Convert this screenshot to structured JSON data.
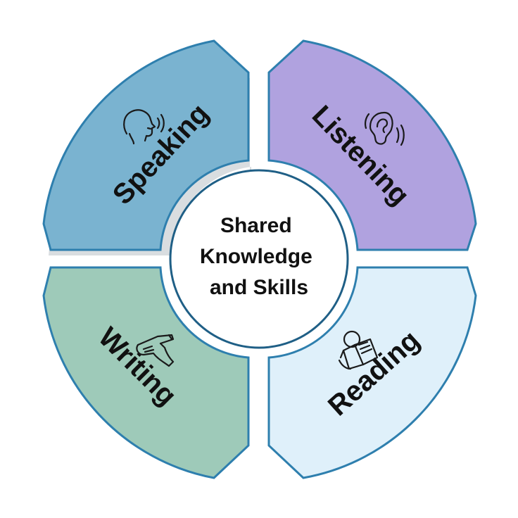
{
  "center": {
    "lines": [
      "Shared",
      "Knowledge",
      "and Skills"
    ]
  },
  "quadrants": {
    "speaking": {
      "label": "Speaking",
      "color": "#7ab3d0",
      "icon": "speaking-head-icon"
    },
    "listening": {
      "label": "Listening",
      "color": "#b0a2df",
      "icon": "ear-icon"
    },
    "writing": {
      "label": "Writing",
      "color": "#9ecab9",
      "icon": "writing-hand-icon"
    },
    "reading": {
      "label": "Reading",
      "color": "#dff0fa",
      "icon": "reading-person-icon"
    }
  },
  "colors": {
    "outline": "#2e7fae",
    "center_fill": "#ffffff",
    "center_ring": "#1f5f86"
  }
}
